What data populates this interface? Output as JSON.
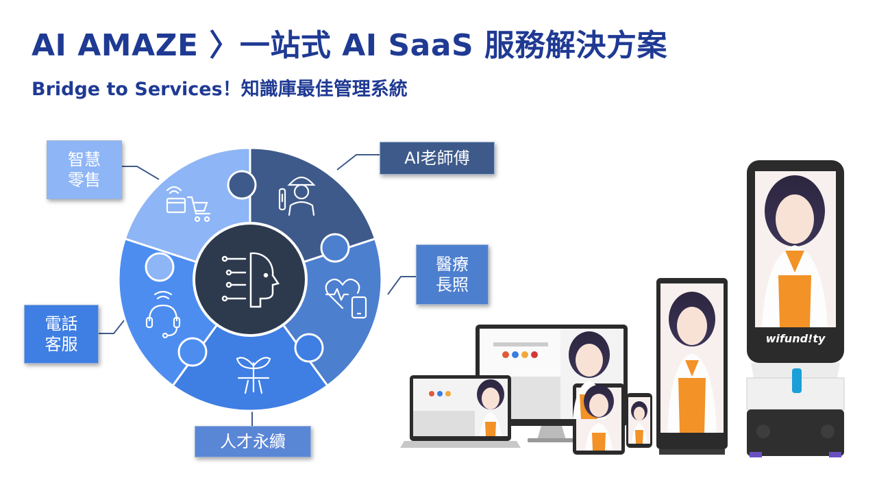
{
  "slide": {
    "title": "AI AMAZE 〉一站式 AI SaaS 服務解決方案",
    "subtitle": "Bridge to Services！知識庫最佳管理系統"
  },
  "labels": {
    "retail_line1": "智慧",
    "retail_line2": "零售",
    "master": "AI老師傅",
    "medical_line1": "醫療",
    "medical_line2": "長照",
    "callcenter_line1": "電話",
    "callcenter_line2": "客服",
    "talent": "人才永續"
  },
  "devices": {
    "robot_brand": "wifund!ty"
  },
  "icons": {
    "retail": "wallet-cart-icon",
    "master": "worker-tools-icon",
    "medical": "heart-tablet-icon",
    "callcenter": "headset-icon",
    "talent": "sprout-icon",
    "center": "ai-head-icon"
  },
  "colors": {
    "title": "#1f3a93",
    "segment_light": "#8eb5f5",
    "segment_dark": "#3e5a8a",
    "segment_mid": "#4d7fcf",
    "segment_blue": "#3f7ee3",
    "segment_med": "#5a86d6",
    "center": "#2d3a4d"
  }
}
